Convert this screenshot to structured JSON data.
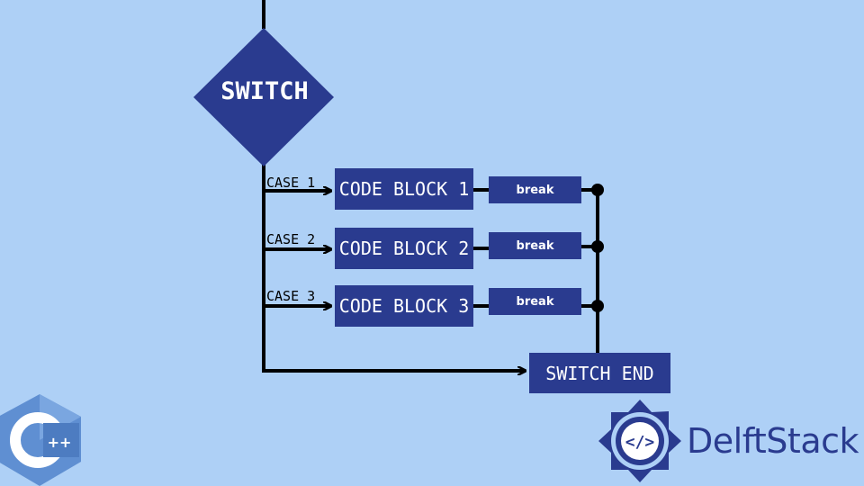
{
  "diagram": {
    "decision": {
      "label": "SWITCH"
    },
    "cases": [
      {
        "label": "CASE 1",
        "block": "CODE BLOCK 1",
        "break_label": "break"
      },
      {
        "label": "CASE 2",
        "block": "CODE BLOCK 2",
        "break_label": "break"
      },
      {
        "label": "CASE 3",
        "block": "CODE BLOCK 3",
        "break_label": "break"
      }
    ],
    "end": {
      "label": "SWITCH END"
    }
  },
  "branding": {
    "name": "DelftStack",
    "cpp_logo_text": "C++"
  },
  "colors": {
    "background": "#aed0f6",
    "node_fill": "#2a3b8f",
    "node_text": "#ffffff",
    "line": "#000000",
    "brand": "#2a3b8f"
  }
}
